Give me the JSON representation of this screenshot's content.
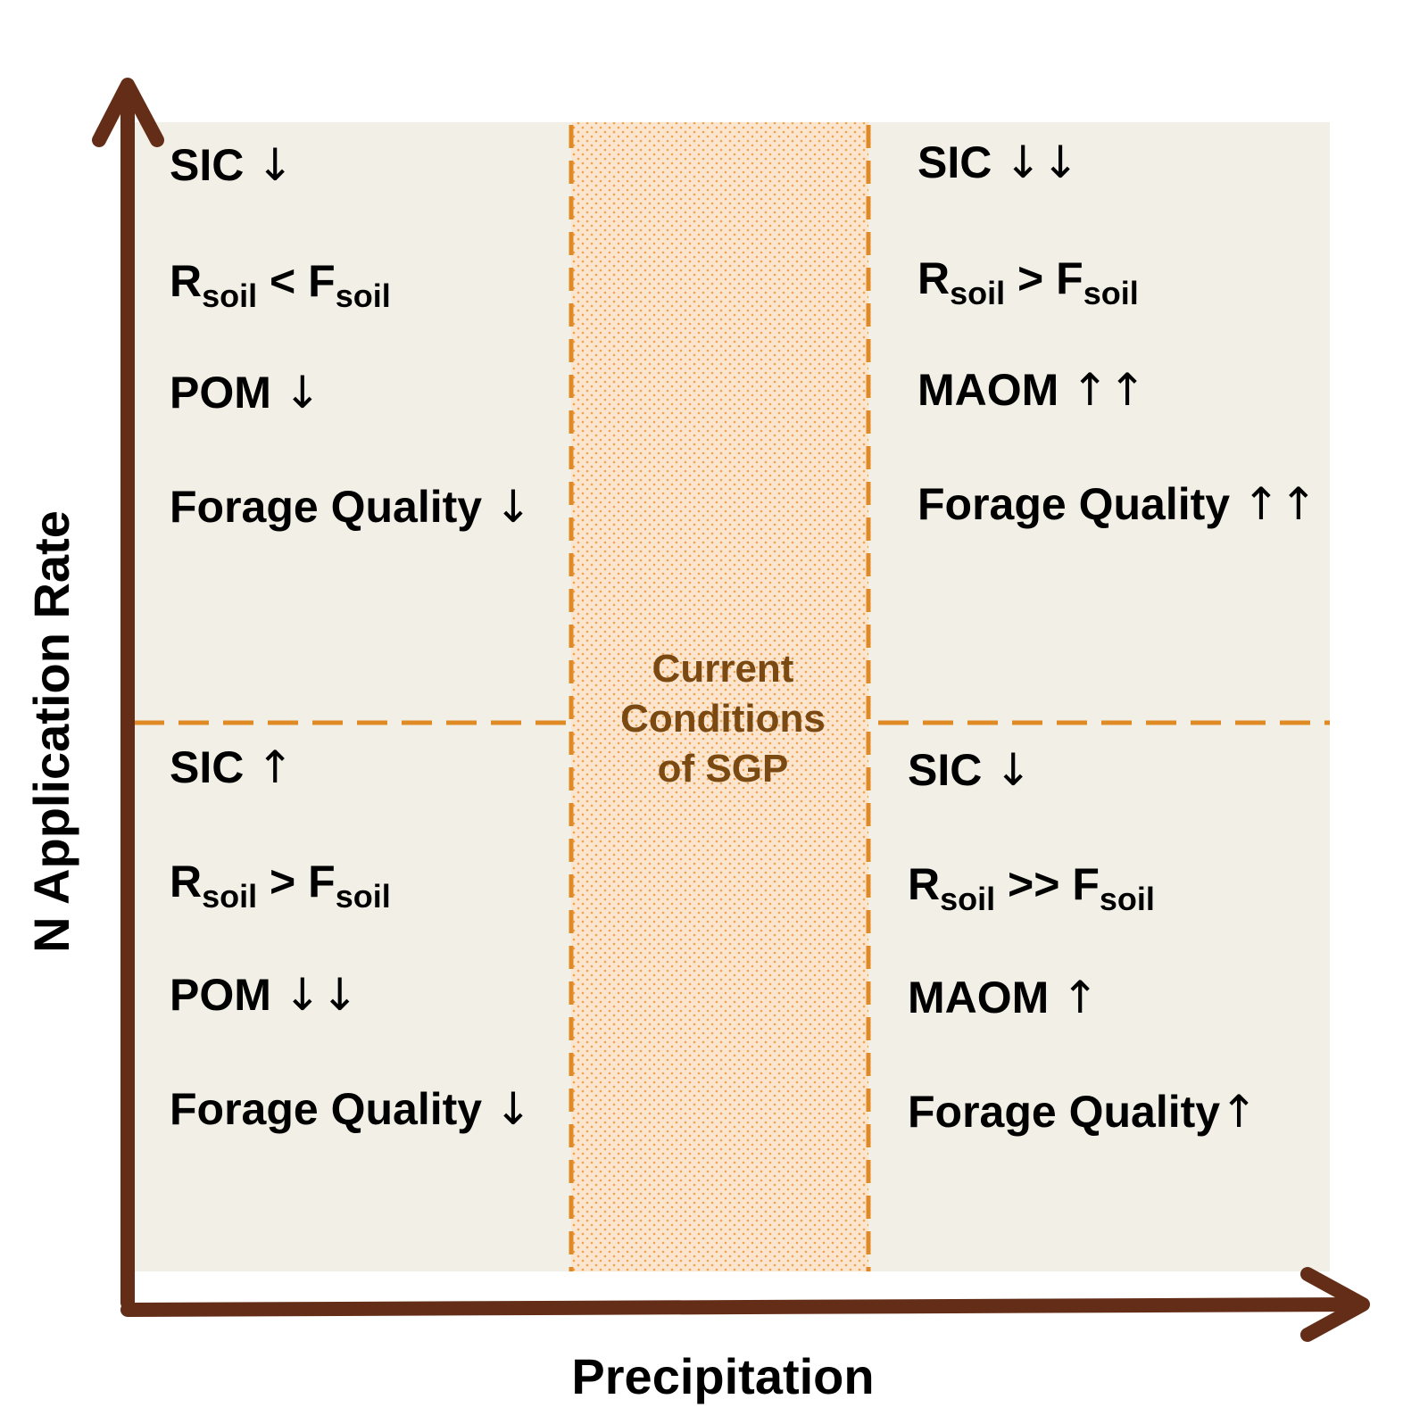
{
  "axes": {
    "x_title": "Precipitation",
    "y_title": "N Application Rate"
  },
  "center_band": {
    "label_lines": [
      "Current",
      "Conditions",
      "of SGP"
    ]
  },
  "quadrants": {
    "top_left": {
      "sic": {
        "label": "SIC",
        "arrow": "↓"
      },
      "r": "R",
      "sub1": "soil",
      "op": "<",
      "f": "F",
      "sub2": "soil",
      "pom": {
        "label": "POM",
        "arrow": "↓"
      },
      "forage": {
        "label": "Forage Quality",
        "arrow": "↓"
      }
    },
    "top_right": {
      "sic": {
        "label": "SIC",
        "arrow": "↓↓"
      },
      "r": "R",
      "sub1": "soil",
      "op": ">",
      "f": "F",
      "sub2": "soil",
      "maom": {
        "label": "MAOM",
        "arrow": "↑↑"
      },
      "forage": {
        "label": "Forage Quality",
        "arrow": "↑↑"
      }
    },
    "bottom_left": {
      "sic": {
        "label": "SIC",
        "arrow": "↑"
      },
      "r": "R",
      "sub1": "soil",
      "op": ">",
      "f": "F",
      "sub2": "soil",
      "pom": {
        "label": "POM",
        "arrow": "↓↓"
      },
      "forage": {
        "label": "Forage Quality",
        "arrow": "↓"
      }
    },
    "bottom_right": {
      "sic": {
        "label": "SIC",
        "arrow": "↓"
      },
      "r": "R",
      "sub1": "soil",
      "op": ">>",
      "f": "F",
      "sub2": "soil",
      "maom": {
        "label": "MAOM",
        "arrow": "↑"
      },
      "forage": {
        "label": "Forage Quality",
        "arrow": "↑"
      }
    }
  },
  "colors": {
    "axis": "#642d17",
    "quadrant_fill": "#f2f0e6",
    "band_fill": "#fbe5cf",
    "band_dots": "#f0a34c",
    "dash": "#e08a25",
    "center_text": "#7a4a12"
  }
}
